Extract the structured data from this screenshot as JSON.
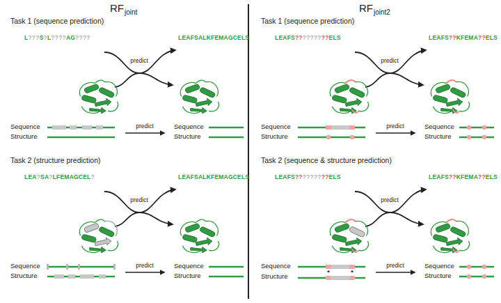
{
  "diagram": {
    "labels": [
      "RF",
      "joint",
      "RF",
      "joint2",
      "Task 1 (sequence prediction)",
      "L???S?L????AG????",
      "LEAFSALKFEMAGCELS",
      "predict",
      "Sequence",
      "Structure",
      "predict",
      "Sequence",
      "Structure",
      "Task 1 (sequence prediction)",
      "LEAFS?????????ELS",
      "LEAFS??KFEMA??ELS",
      "predict",
      "Sequence",
      "Structure",
      "predict",
      "Sequence",
      "Structure",
      "Task 2 (structure prediction)",
      "LEA?SA?LFEMAGCEL?",
      "LEAFSALKFEMAGCELS",
      "predict",
      "Sequence",
      "Structure",
      "predict",
      "Sequence",
      "Structure",
      "Task 2 (sequence & structure prediction)",
      "LEAFS?????????ELS",
      "LEAFS??KFEMA??ELS",
      "predict",
      "Sequence",
      "Structure",
      "*",
      "*",
      "predict",
      "Sequence",
      "Structure"
    ]
  }
}
